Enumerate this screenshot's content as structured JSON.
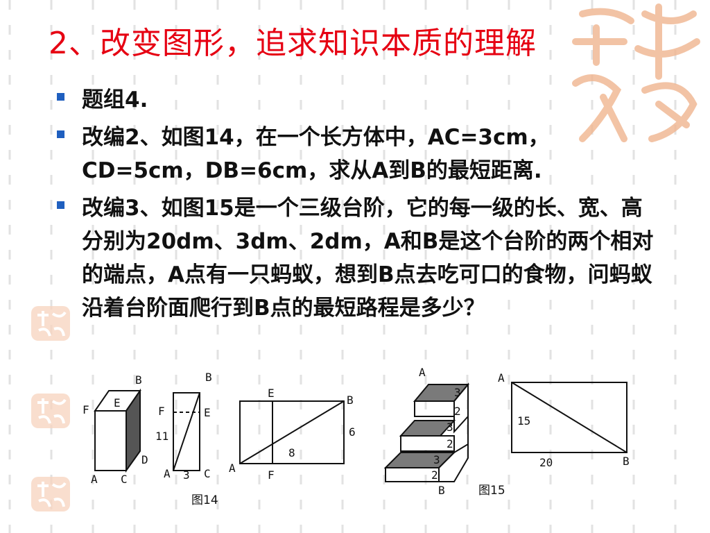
{
  "slide": {
    "title": "2、改变图形，追求知识本质的理解",
    "bullets": [
      "题组4.",
      "改编2、如图14，在一个长方体中，AC=3cm，CD=5cm，DB=6cm，求从A到B的最短距离.",
      "改编3、如图15是一个三级台阶，它的每一级的长、宽、高分别为20dm、3dm、2dm，A和B是这个台阶的两个相对的端点，A点有一只蚂蚁，想到B点去吃可口的食物，问蚂蚁沿着台阶面爬行到B点的最短路程是多少？"
    ]
  },
  "colors": {
    "title": "#e60012",
    "bullet_marker": "#1f5fbf",
    "seal": "#f0b58f"
  },
  "figure14": {
    "caption": "图14",
    "box": {
      "A": "A",
      "B": "B",
      "C": "C",
      "D": "D",
      "E": "E",
      "F": "F"
    },
    "unfold_side": {
      "B": "B",
      "F": "F",
      "E": "E",
      "A": "A",
      "C": "C",
      "height": "11",
      "width": "3"
    },
    "unfold_rect": {
      "E": "E",
      "B": "B",
      "A": "A",
      "F": "F",
      "height": "6",
      "diag": "8"
    }
  },
  "figure15": {
    "caption": "图15",
    "stairs": {
      "A": "A",
      "B": "B",
      "labels": [
        "3",
        "2",
        "3",
        "2",
        "3",
        "2"
      ]
    },
    "unfold": {
      "A": "A",
      "B": "B",
      "height": "15",
      "width": "20"
    }
  }
}
